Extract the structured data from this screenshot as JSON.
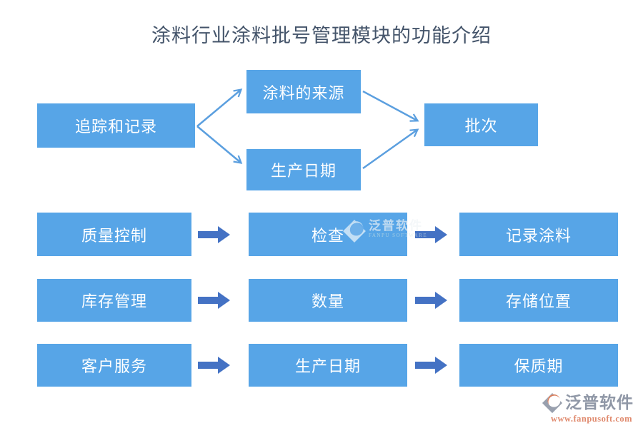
{
  "title": "涂料行业涂料批号管理模块的功能介绍",
  "flow": {
    "source": "追踪和记录",
    "branch_top": "涂料的来源",
    "branch_bottom": "生产日期",
    "target": "批次"
  },
  "rows": [
    {
      "feature": "质量控制",
      "action": "检查",
      "result": "记录涂料"
    },
    {
      "feature": "库存管理",
      "action": "数量",
      "result": "存储位置"
    },
    {
      "feature": "客户服务",
      "action": "生产日期",
      "result": "保质期"
    }
  ],
  "watermark": {
    "brand": "泛普软件",
    "brand_sub": "FANPU SOFTWARE"
  },
  "footer_logo": {
    "brand": "泛普软件",
    "website": "www.fanpusoft.com"
  },
  "colors": {
    "box_fill": "#57a5e7",
    "thin_arrow": "#5b9fdf",
    "thick_arrow": "#4472c4",
    "title_text": "#44546a",
    "box_text": "#ffffff",
    "logo_gray": "#99a0ae",
    "logo_orange": "#d97e5c",
    "website_text": "#e08a6e"
  }
}
